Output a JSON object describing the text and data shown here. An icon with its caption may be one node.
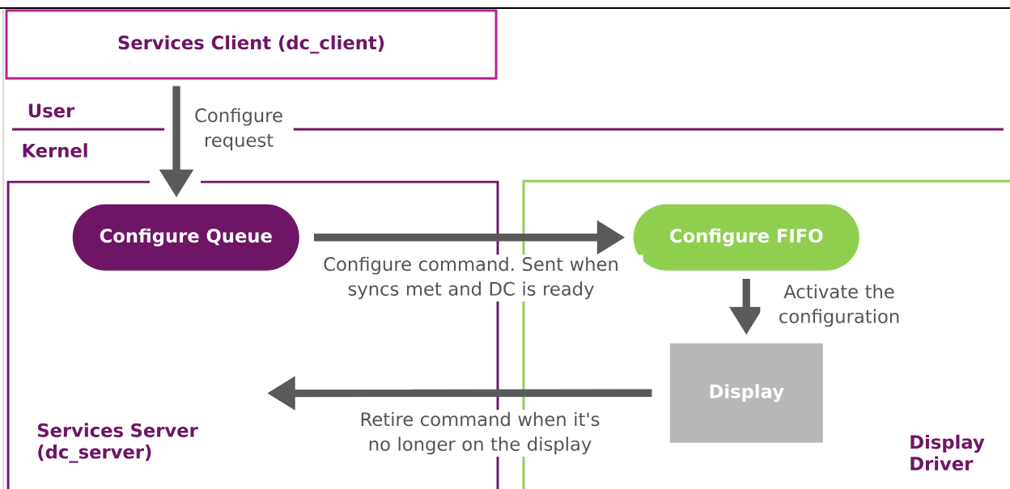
{
  "diagram": {
    "nodes": [
      {
        "text": [
          "Services Client (dc_client)"
        ]
      },
      {
        "text": [
          "Services Server (dc_server)"
        ]
      },
      {
        "text": [
          "Display Driver"
        ]
      },
      {
        "text": [
          "Configure Queue"
        ],
        "in": 1
      },
      {
        "text": [
          "Configure FIFO"
        ],
        "in": 2
      },
      {
        "text": [
          "Display"
        ],
        "in": 2
      }
    ],
    "edges": [
      {
        "from": 0,
        "to": 3,
        "arrow": "to",
        "label": "Configure request"
      },
      {
        "from": 3,
        "to": 4,
        "arrow": "to",
        "label": "Configure command. Sent when syncs met and DC is ready"
      },
      {
        "from": 4,
        "to": 5,
        "arrow": "to",
        "label": "Activate the configuration"
      },
      {
        "from": 5,
        "to": null,
        "arrow": "to",
        "label": "Retire command when it's no longer on the display"
      }
    ],
    "labels": [
      "User",
      "Kernel"
    ]
  }
}
